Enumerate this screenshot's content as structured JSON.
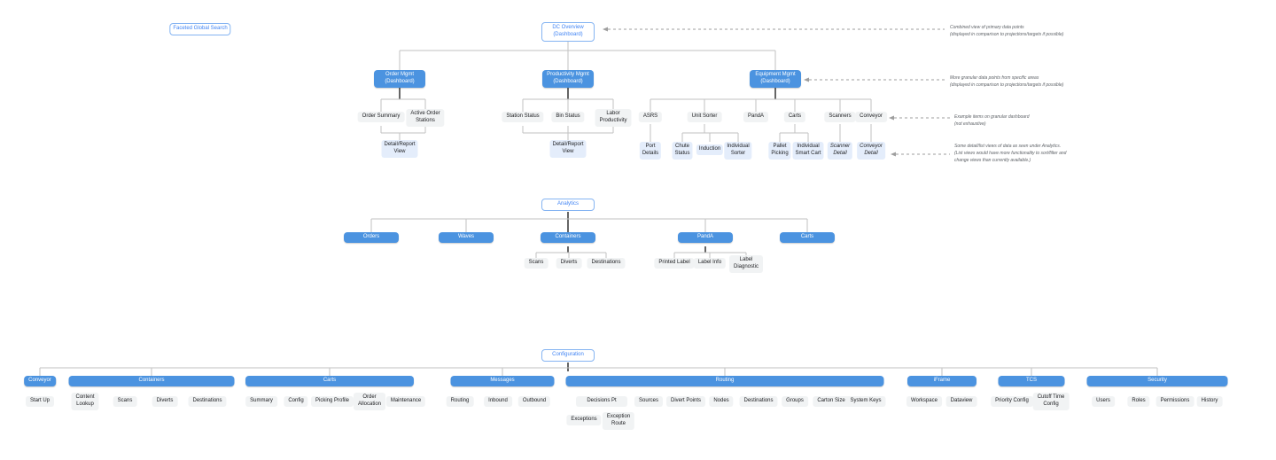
{
  "search": {
    "label": "Faceted Global Search"
  },
  "annotations": {
    "combined_view": "Combined view of primary data points\n(displayed in comparison to projections/targets if possible)",
    "granular_points": "More granular data points from specific areas\n(displayed in comparison to projections/targets if possible)",
    "example_items": "Example items on granular dashboard\n(not exhaustive)",
    "detail_views": "Some detail/list views of data as seen under Analytics.\n(List views would have more functionality to sort/filter and\nchange views than currently available.)"
  },
  "overview": {
    "root": "DC Overview\n(Dashboard)",
    "order_mgmt": {
      "label": "Order Mgmt\n(Dashboard)",
      "order_summary": "Order Summary",
      "active_order_stations": "Active Order\nStations",
      "detail_report_view": "Detail/Report\nView"
    },
    "productivity_mgmt": {
      "label": "Productivity Mgmt\n(Dashboard)",
      "station_status": "Station Status",
      "bin_status": "Bin Status",
      "labor_productivity": "Labor\nProductivity",
      "detail_report_view": "Detail/Report\nView"
    },
    "equipment_mgmt": {
      "label": "Equipment Mgmt\n(Dashboard)",
      "asrs": "ASRS",
      "unit_sorter": "Unit Sorter",
      "panda": "PandA",
      "carts": "Carts",
      "scanners": "Scanners",
      "conveyor": "Conveyor",
      "port_details": "Port\nDetails",
      "chute_status": "Chute\nStatus",
      "induction": "Induction",
      "individual_sorter": "Individual\nSorter",
      "pallet_picking": "Pallet\nPicking",
      "individual_smart_cart": "Individual\nSmart Cart",
      "scanner_detail": "Scanner\nDetail",
      "conveyor_detail": "Conveyor\nDetail"
    }
  },
  "analytics": {
    "root": "Analytics",
    "orders": "Orders",
    "waves": "Waves",
    "containers": {
      "label": "Containers",
      "scans": "Scans",
      "diverts": "Diverts",
      "destinations": "Destinations"
    },
    "panda": {
      "label": "PandA",
      "printed_label": "Printed Label",
      "label_info": "Label Info",
      "label_diagnostic": "Label\nDiagnostic"
    },
    "carts": "Carts"
  },
  "configuration": {
    "root": "Configuration",
    "conveyor": {
      "label": "Conveyor",
      "start_up": "Start Up"
    },
    "containers": {
      "label": "Containers",
      "content_lookup": "Content\nLookup",
      "scans": "Scans",
      "diverts": "Diverts",
      "destinations": "Destinations"
    },
    "carts": {
      "label": "Carts",
      "summary": "Summary",
      "config": "Config",
      "picking_profile": "Picking Profile",
      "order_allocation": "Order\nAllocation",
      "maintenance": "Maintenance"
    },
    "messages": {
      "label": "Messages",
      "routing": "Routing",
      "inbound": "Inbound",
      "outbound": "Outbound"
    },
    "routing": {
      "label": "Routing",
      "decisions_pt": "Decisions Pt",
      "sources": "Sources",
      "divert_points": "Divert Points",
      "nodes": "Nodes",
      "destinations": "Destinations",
      "groups": "Groups",
      "carton_size": "Carton Size",
      "system_keys": "System Keys",
      "exceptions": "Exceptions",
      "exception_route": "Exception\nRoute"
    },
    "iframe": {
      "label": "iFrame",
      "workspace": "Workspace",
      "dataview": "Dataview"
    },
    "tcs": {
      "label": "TCS",
      "priority_config": "Priority Config",
      "cutoff_time_config": "Cutoff Time\nConfig"
    },
    "security": {
      "label": "Security",
      "users": "Users",
      "roles": "Roles",
      "permissions": "Permissions",
      "history": "History"
    }
  },
  "colors": {
    "primary_blue": "#4b93e0",
    "light_blue_fill": "#e4edfb",
    "gray_fill": "#f1f3f4",
    "root_border_blue": "#85b4f2",
    "root_text_blue": "#4285f4",
    "connector_gray": "#c2c2c2",
    "annotation_gray": "#5f6368"
  }
}
